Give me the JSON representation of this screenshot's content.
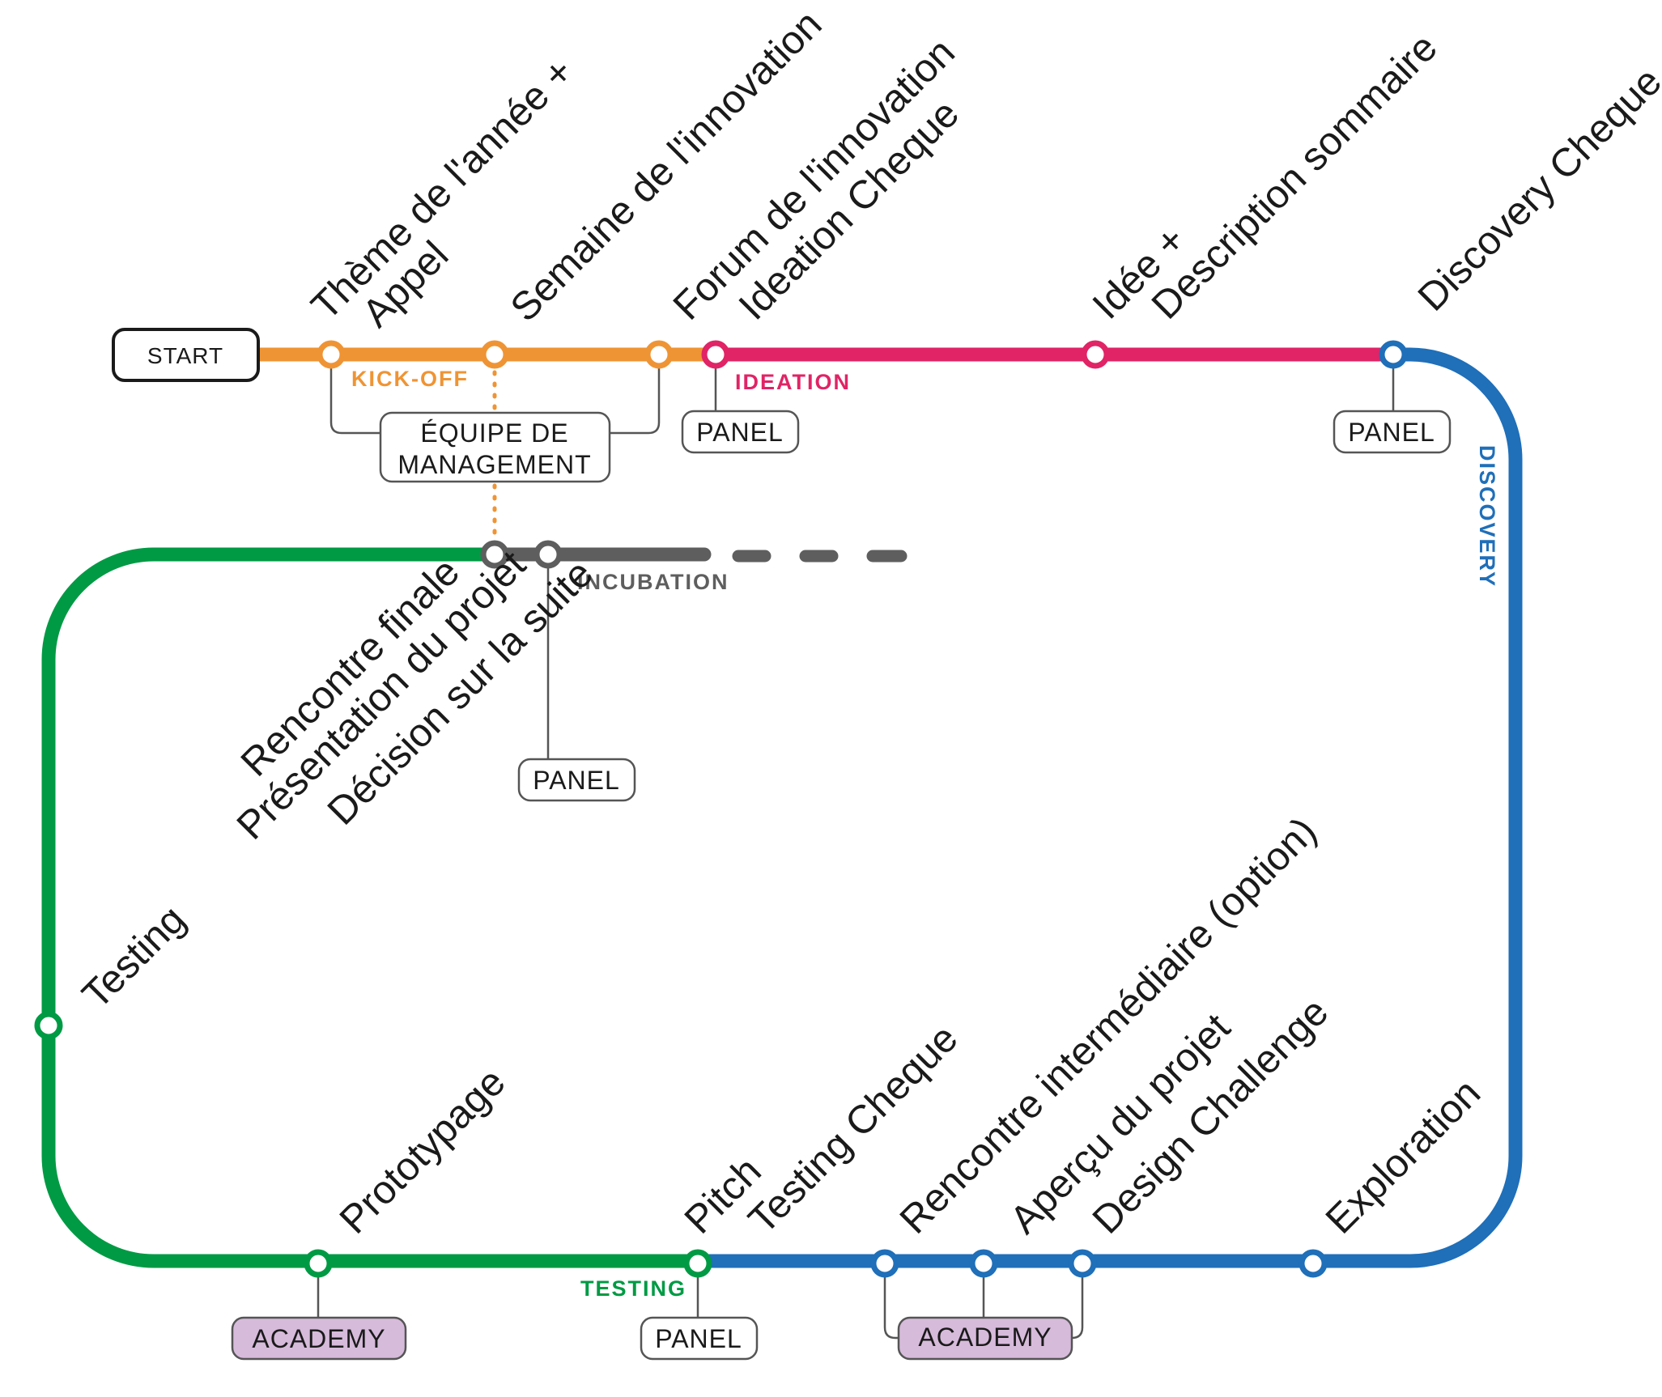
{
  "colors": {
    "kickoff": "#EF9434",
    "ideation": "#E02466",
    "discovery": "#1F6FB9",
    "testing": "#009A44",
    "incubation": "#5E5E5E",
    "academy_fill": "#D7BBDB"
  },
  "start_label": "START",
  "phases": {
    "kickoff": "KICK-OFF",
    "ideation": "IDEATION",
    "discovery": "DISCOVERY",
    "testing": "TESTING",
    "incubation": "INCUBATION"
  },
  "boxes": {
    "management_line1": "ÉQUIPE DE",
    "management_line2": "MANAGEMENT",
    "panel_ideation": "PANEL",
    "panel_discovery": "PANEL",
    "panel_incubation": "PANEL",
    "panel_testing": "PANEL",
    "academy_testing": "ACADEMY",
    "academy_discovery": "ACADEMY"
  },
  "stations": {
    "theme_line1": "Thème de l'année +",
    "theme_line2": "Appel",
    "semaine": "Semaine de l'innovation",
    "forum_line1": "Forum de l'innovation",
    "forum_line2": "Ideation Cheque",
    "idee_line1": "Idée +",
    "idee_line2": "Description sommaire",
    "discovery_cheque": "Discovery Cheque",
    "rencontre_finale_line1": "Rencontre finale",
    "rencontre_finale_line2": "Présentation du projet",
    "rencontre_finale_line3": "Décision sur la suite",
    "testing": "Testing",
    "prototypage": "Prototypage",
    "pitch_line1": "Pitch",
    "pitch_line2": "Testing Cheque",
    "rencontre_inter_line1": "Rencontre intermédiaire (option)",
    "rencontre_inter_line2": "Aperçu du projet",
    "rencontre_inter_line3": "Design Challenge",
    "exploration": "Exploration"
  }
}
